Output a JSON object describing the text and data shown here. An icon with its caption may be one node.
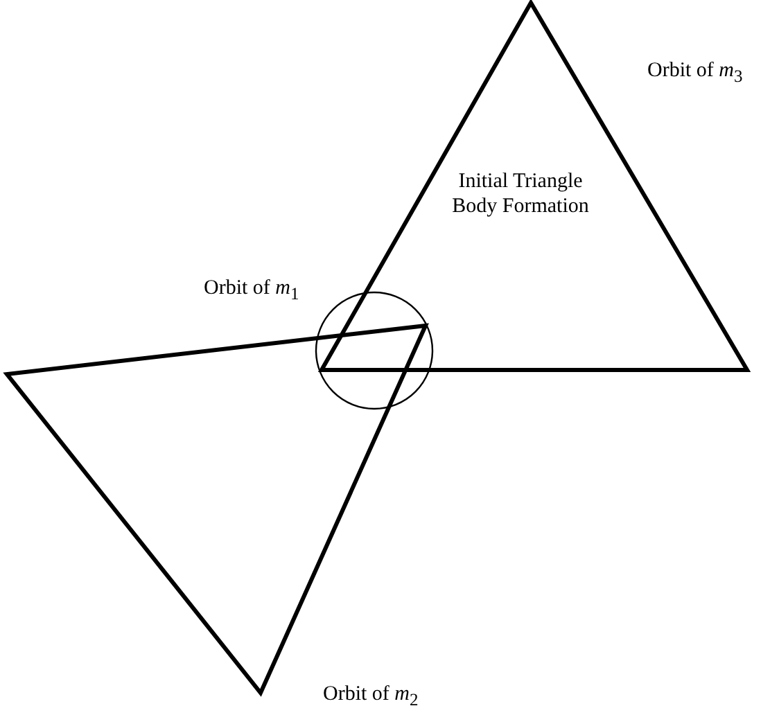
{
  "diagram": {
    "labels": [
      "Orbit of *m*$_{3}$",
      "Initial Triangle Body Formation",
      "Orbit of *m*$_{1}$",
      "Orbit of *m*$_{2}$"
    ]
  }
}
